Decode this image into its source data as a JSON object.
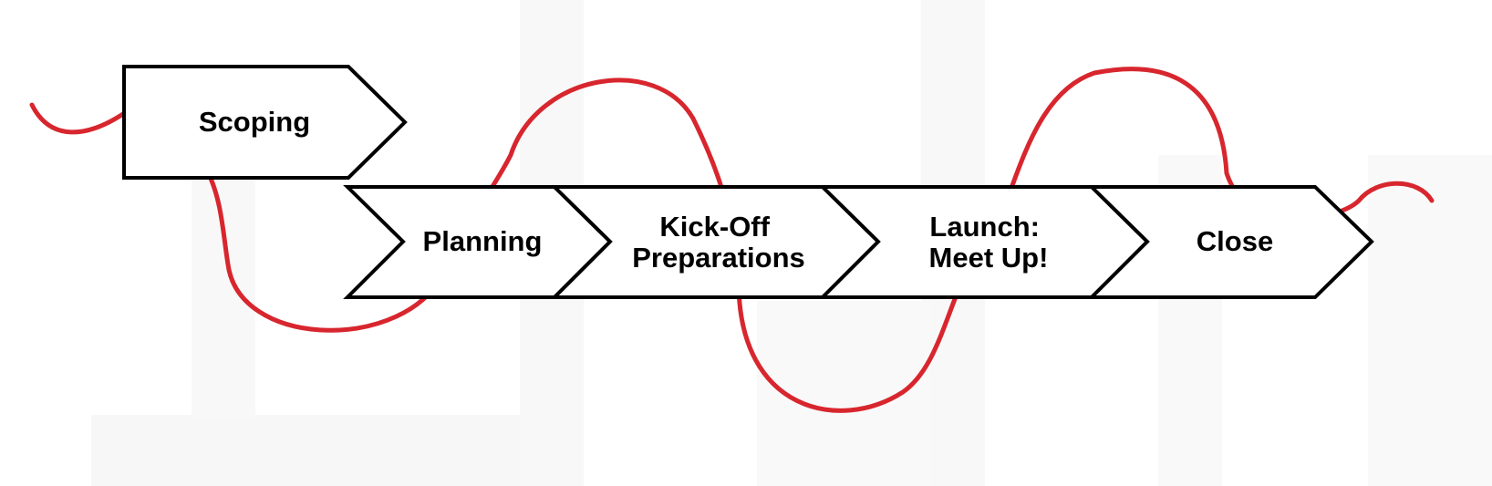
{
  "steps": [
    {
      "id": "scoping",
      "lines": [
        "Scoping"
      ]
    },
    {
      "id": "planning",
      "lines": [
        "Planning"
      ]
    },
    {
      "id": "kickoff",
      "lines": [
        "Kick-Off",
        "Preparations"
      ]
    },
    {
      "id": "launch",
      "lines": [
        "Launch:",
        "Meet Up!"
      ]
    },
    {
      "id": "close",
      "lines": [
        "Close"
      ]
    }
  ],
  "colors": {
    "background": "#ffffff",
    "watermark": "#f7f7f7",
    "thread": "#d8262e",
    "arrow_fill": "#ffffff",
    "arrow_stroke": "#000000",
    "text": "#000000"
  }
}
